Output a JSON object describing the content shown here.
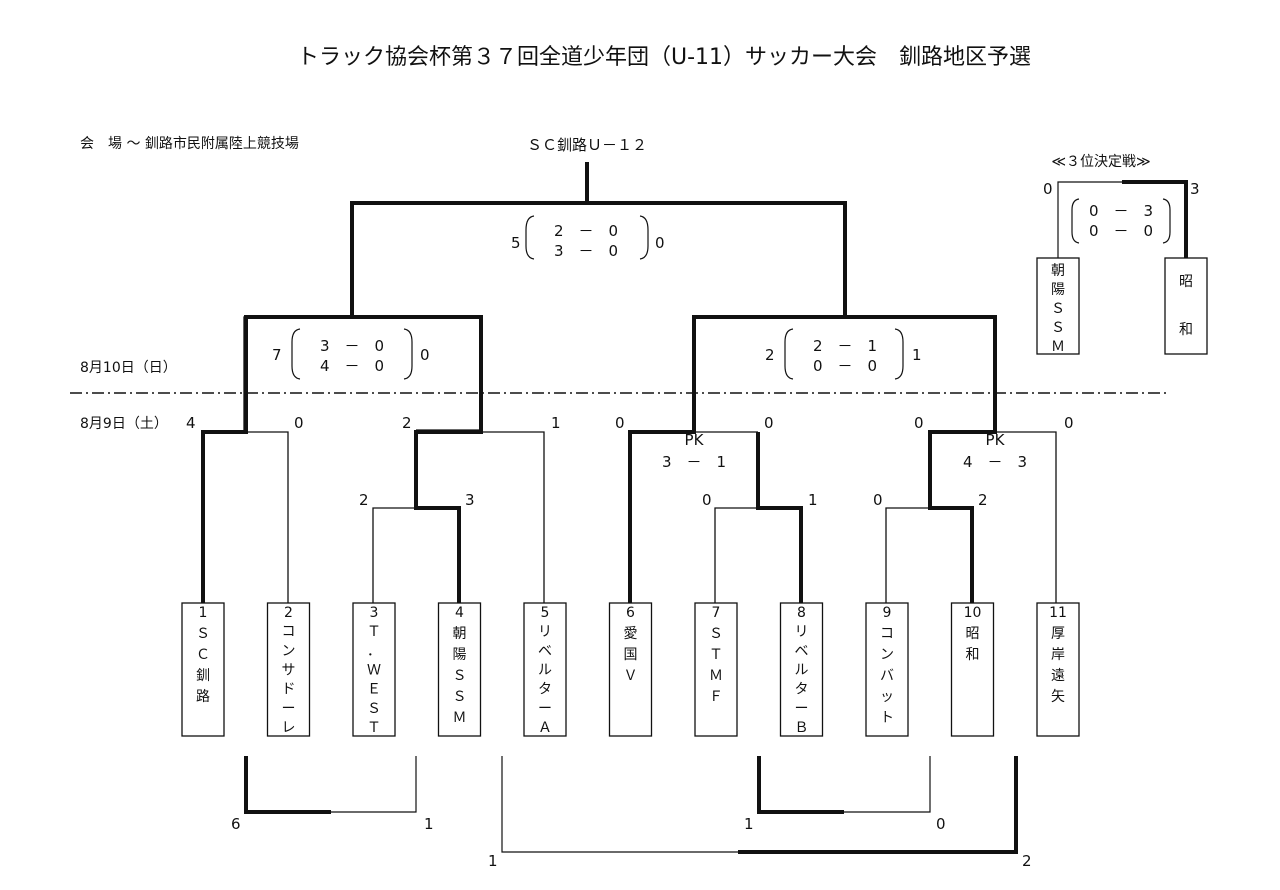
{
  "title": "トラック協会杯第３７回全道少年団（U-11）サッカー大会　釧路地区予選",
  "venue": "会　場 ～ 釧路市民附属陸上競技場",
  "champion": "ＳＣ釧路Ｕ－１２",
  "dates": {
    "day2": "8月10日（日）",
    "day1": "8月9日（土）"
  },
  "final": {
    "left_score": "5",
    "right_score": "0",
    "half1": "2　－　0",
    "half2": "3　－　0"
  },
  "semi_left": {
    "left_score": "7",
    "right_score": "0",
    "half1": "3　－　0",
    "half2": "4　－　0"
  },
  "semi_right": {
    "left_score": "2",
    "right_score": "1",
    "half1": "2　－　1",
    "half2": "0　－　0"
  },
  "third_place": {
    "label": "≪３位決定戦≫",
    "left_score": "0",
    "right_score": "3",
    "half1": "0　－　3",
    "half2": "0　－　0",
    "team_left": "朝陽ＳＳＭ",
    "team_right": "昭和"
  },
  "teams": [
    {
      "num": "1",
      "name": "ＳＣ釧路"
    },
    {
      "num": "2",
      "name": "コンサドーレ"
    },
    {
      "num": "3",
      "name": "Ｔ．ＷＥＳＴ"
    },
    {
      "num": "4",
      "name": "朝陽ＳＳＭ"
    },
    {
      "num": "5",
      "name": "リベルターＡ"
    },
    {
      "num": "6",
      "name": "愛国Ｖ"
    },
    {
      "num": "7",
      "name": "ＳＴＭＦ"
    },
    {
      "num": "8",
      "name": "リベルターＢ"
    },
    {
      "num": "9",
      "name": "コンバット"
    },
    {
      "num": "10",
      "name": "昭和"
    },
    {
      "num": "11",
      "name": "厚岸遠矢"
    }
  ],
  "scores": {
    "r1_3": "2",
    "r1_4": "3",
    "r1_7": "0",
    "r1_8": "1",
    "r1_9": "0",
    "r1_10": "2",
    "r2_1": "4",
    "r2_2": "0",
    "r2_34": "2",
    "r2_5": "1",
    "r2_6": "0",
    "r2_78": "0",
    "r2_910": "0",
    "r2_11": "0"
  },
  "pk": {
    "label": "PK",
    "m1": "3　－　1",
    "m2": "4　－　3"
  },
  "consolation": {
    "c1_left": "6",
    "c1_right": "1",
    "c2_left": "1",
    "c2_right": "0",
    "c3_left": "1",
    "c3_right": "2"
  }
}
